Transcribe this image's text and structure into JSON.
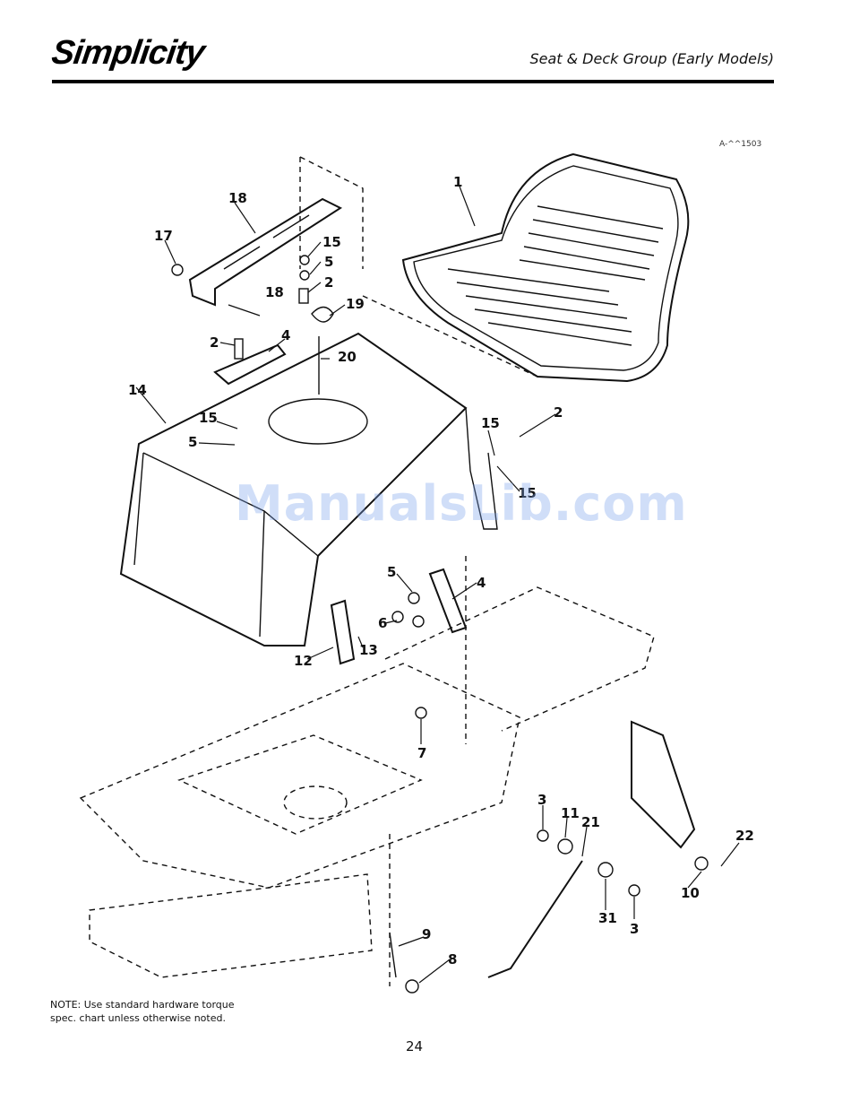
{
  "header": {
    "brand": "Simplicity",
    "section_title": "Seat & Deck Group (Early Models)"
  },
  "figure_code": "A-^^1503",
  "watermark": "ManualsLib.com",
  "callouts": [
    "1",
    "18",
    "17",
    "15",
    "5",
    "2",
    "18",
    "19",
    "2",
    "4",
    "20",
    "14",
    "15",
    "5",
    "15",
    "2",
    "15",
    "5",
    "4",
    "6",
    "13",
    "12",
    "7",
    "3",
    "11",
    "21",
    "22",
    "10",
    "31",
    "3",
    "9",
    "8"
  ],
  "note": "NOTE: Use standard hardware torque spec. chart unless otherwise noted.",
  "page_number": "24",
  "colors": {
    "ink": "#111111",
    "watermark": "#78a0eb"
  }
}
